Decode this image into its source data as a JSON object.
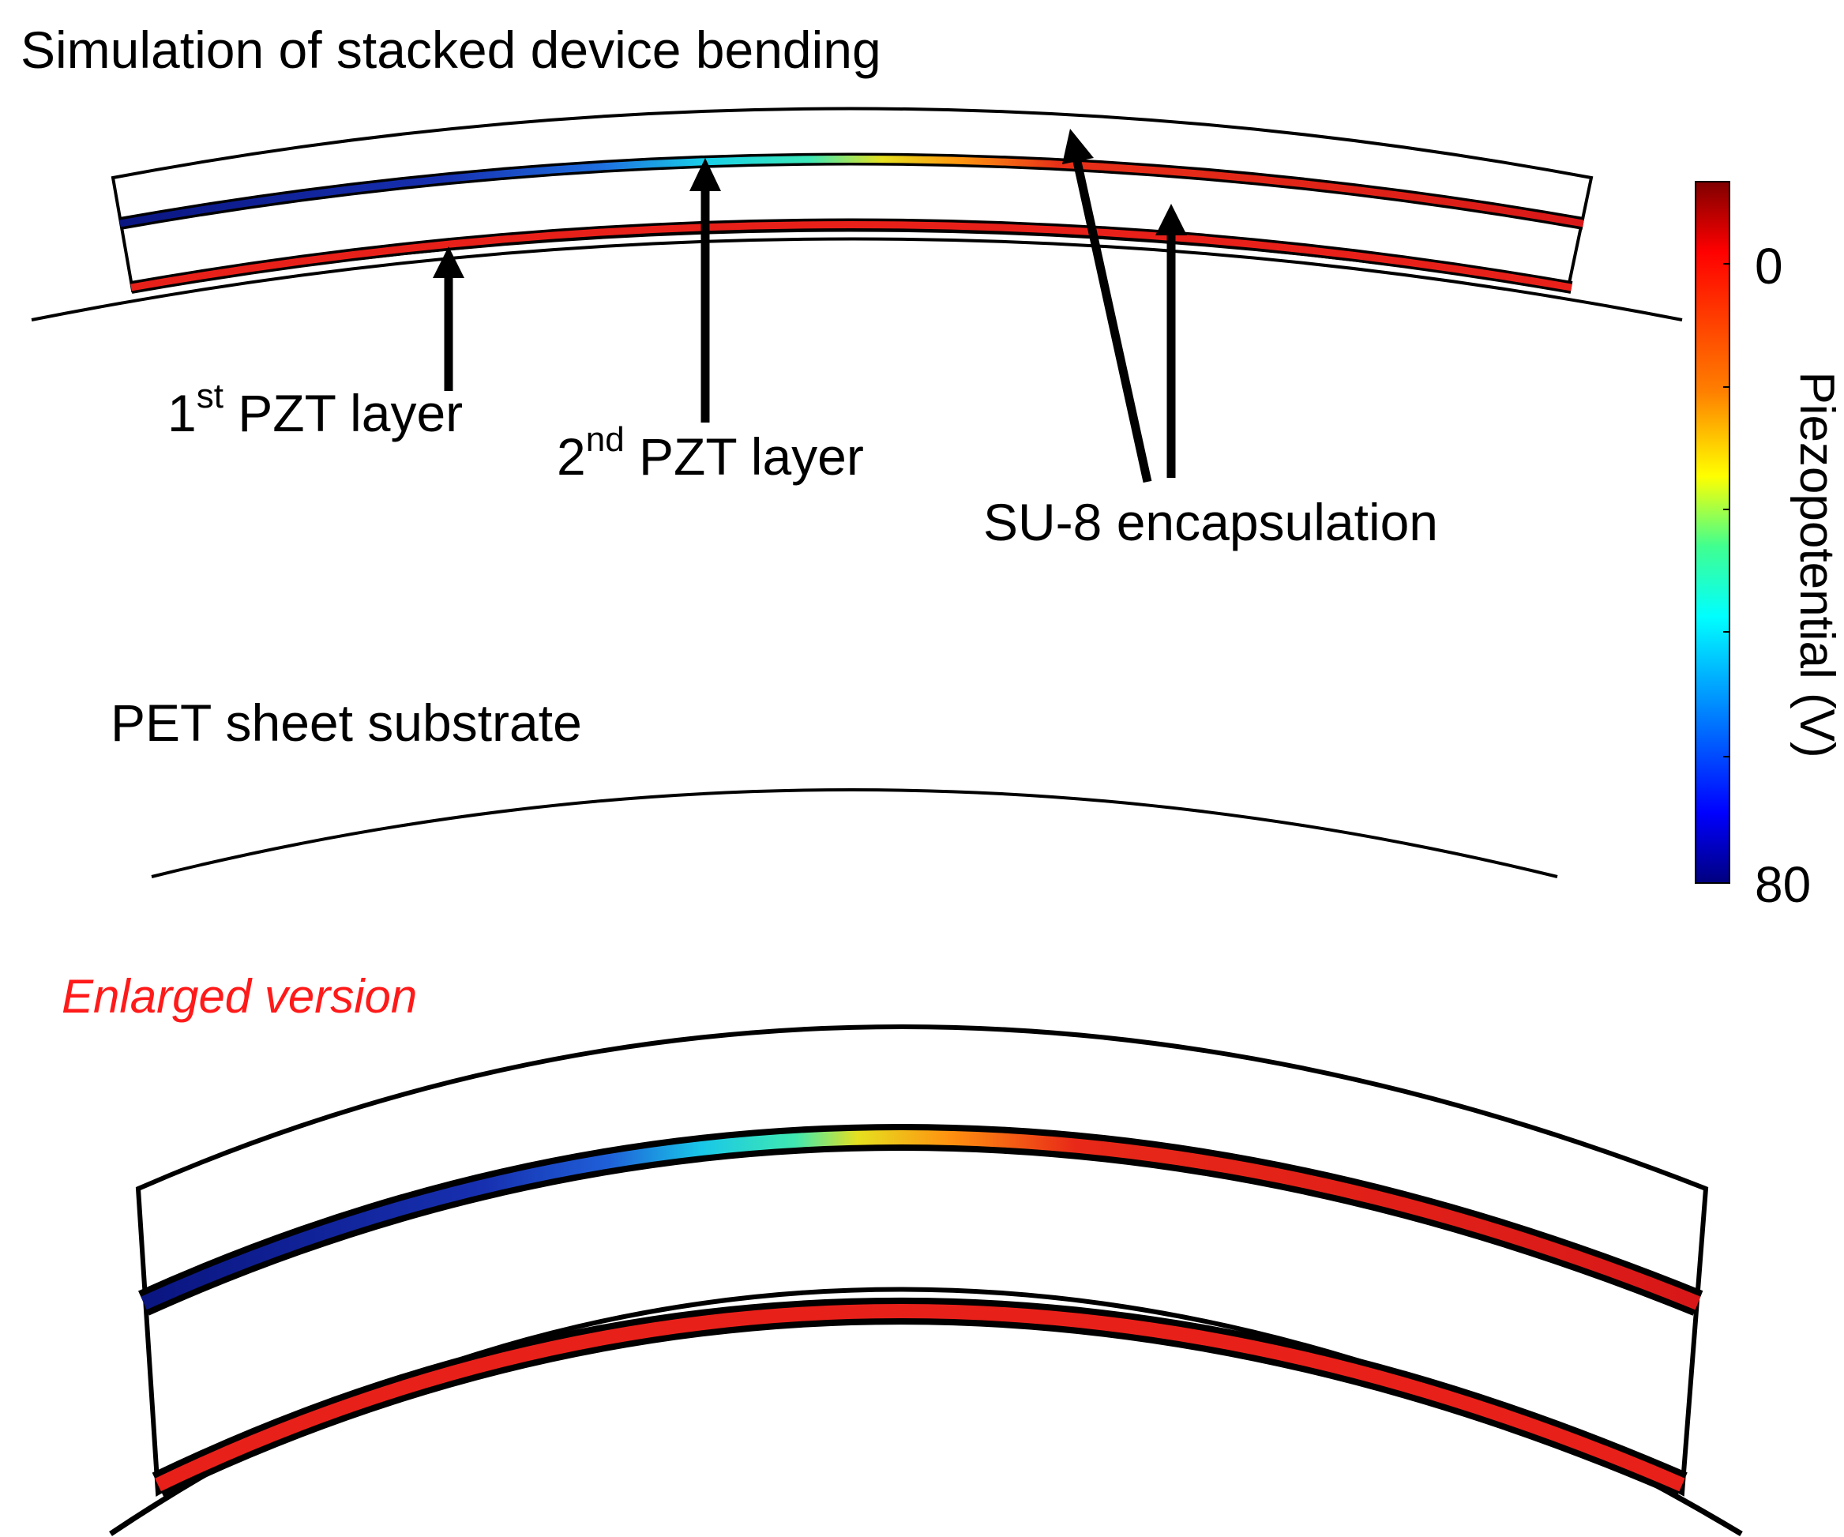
{
  "figure": {
    "title": "Simulation of stacked device bending",
    "enlarged_label": "Enlarged version",
    "enlarged_label_color": "#ff1a1a"
  },
  "labels": {
    "pzt1_ordinal": "1",
    "pzt1_sup": "st",
    "pzt1_text": " PZT layer",
    "pzt2_ordinal": "2",
    "pzt2_sup": "nd",
    "pzt2_text": " PZT layer",
    "su8": "SU-8 encapsulation",
    "pet": "PET sheet substrate"
  },
  "colorbar": {
    "title": "Piezopotential (V)",
    "tick_top": "0",
    "tick_bottom": "80",
    "colors": [
      "#7f0000",
      "#ff0000",
      "#ff8000",
      "#ffff00",
      "#00ff80",
      "#00ffff",
      "#0080ff",
      "#0000ff",
      "#00007f"
    ]
  },
  "colors": {
    "pzt_first": "#e8201a",
    "pzt_second_left": "#0a1f8f",
    "pzt_second_mid": "#19e0e6",
    "pzt_second_right": "#e8201a",
    "outline": "#000000"
  }
}
